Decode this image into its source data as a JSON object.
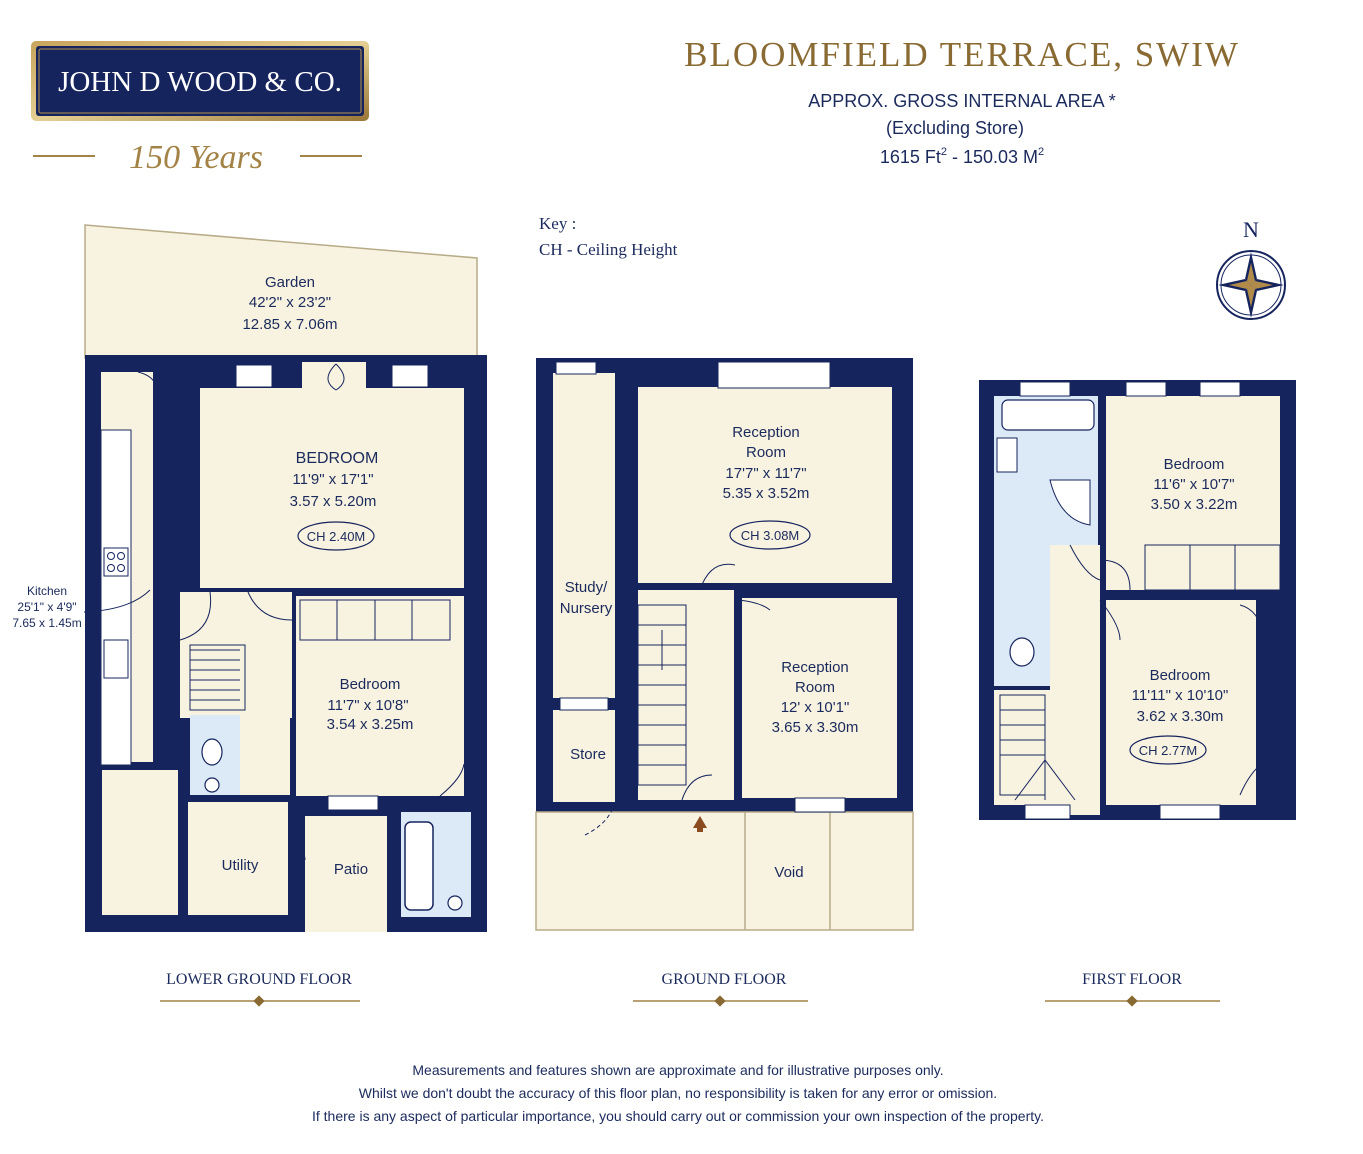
{
  "brand": {
    "name": "JOHN D WOOD & CO.",
    "tagline": "150 Years"
  },
  "header": {
    "title": "BLOOMFIELD TERRACE, SWIW",
    "area_line1": "APPROX. GROSS INTERNAL AREA *",
    "area_line2": "(Excluding Store)",
    "area_ft_num": "1615 Ft",
    "area_ft_sup": "2",
    "area_sep": " - ",
    "area_m_num": "150.03 M",
    "area_m_sup": "2"
  },
  "key": {
    "title": "Key :",
    "line1": "CH - Ceiling Height"
  },
  "compass": {
    "label": "N"
  },
  "lower_ground": {
    "label": "LOWER GROUND FLOOR",
    "garden": {
      "name": "Garden",
      "imperial": "42'2\" x 23'2\"",
      "metric": "12.85 x 7.06m"
    },
    "bedroom_main": {
      "name": "BEDROOM",
      "imperial": "11'9\" x 17'1\"",
      "metric": "3.57 x 5.20m",
      "ch": "CH 2.40M"
    },
    "kitchen": {
      "name": "Kitchen",
      "imperial": "25'1\" x 4'9\"",
      "metric": "7.65 x 1.45m"
    },
    "bedroom2": {
      "name": "Bedroom",
      "imperial": "11'7\" x 10'8\"",
      "metric": "3.54 x 3.25m"
    },
    "utility": {
      "name": "Utility"
    },
    "patio": {
      "name": "Patio"
    }
  },
  "ground": {
    "label": "GROUND FLOOR",
    "reception1": {
      "name1": "Reception",
      "name2": "Room",
      "imperial": "17'7\" x 11'7\"",
      "metric": "5.35 x 3.52m",
      "ch": "CH 3.08M"
    },
    "reception2": {
      "name1": "Reception",
      "name2": "Room",
      "imperial": "12' x 10'1\"",
      "metric": "3.65 x 3.30m"
    },
    "study": {
      "name1": "Study/",
      "name2": "Nursery"
    },
    "store": {
      "name": "Store"
    },
    "void": {
      "name": "Void"
    }
  },
  "first": {
    "label": "FIRST FLOOR",
    "bedroom1": {
      "name": "Bedroom",
      "imperial": "11'6\" x 10'7\"",
      "metric": "3.50 x 3.22m"
    },
    "bedroom2": {
      "name": "Bedroom",
      "imperial": "11'11\" x 10'10\"",
      "metric": "3.62 x 3.30m",
      "ch": "CH 2.77M"
    }
  },
  "disclaimer": {
    "line1": "Measurements and features shown are approximate and for illustrative purposes only.",
    "line2": "Whilst we don't doubt the accuracy of this floor plan, no responsibility is taken for any error or omission.",
    "line3": "If there is any aspect of particular importance, you should carry out or commission your own inspection of the property."
  },
  "colors": {
    "wall": "#16245e",
    "room": "#f8f3e0",
    "bath": "#dbeaf6",
    "gold": "#8a6a33",
    "text": "#1b2a5c"
  }
}
